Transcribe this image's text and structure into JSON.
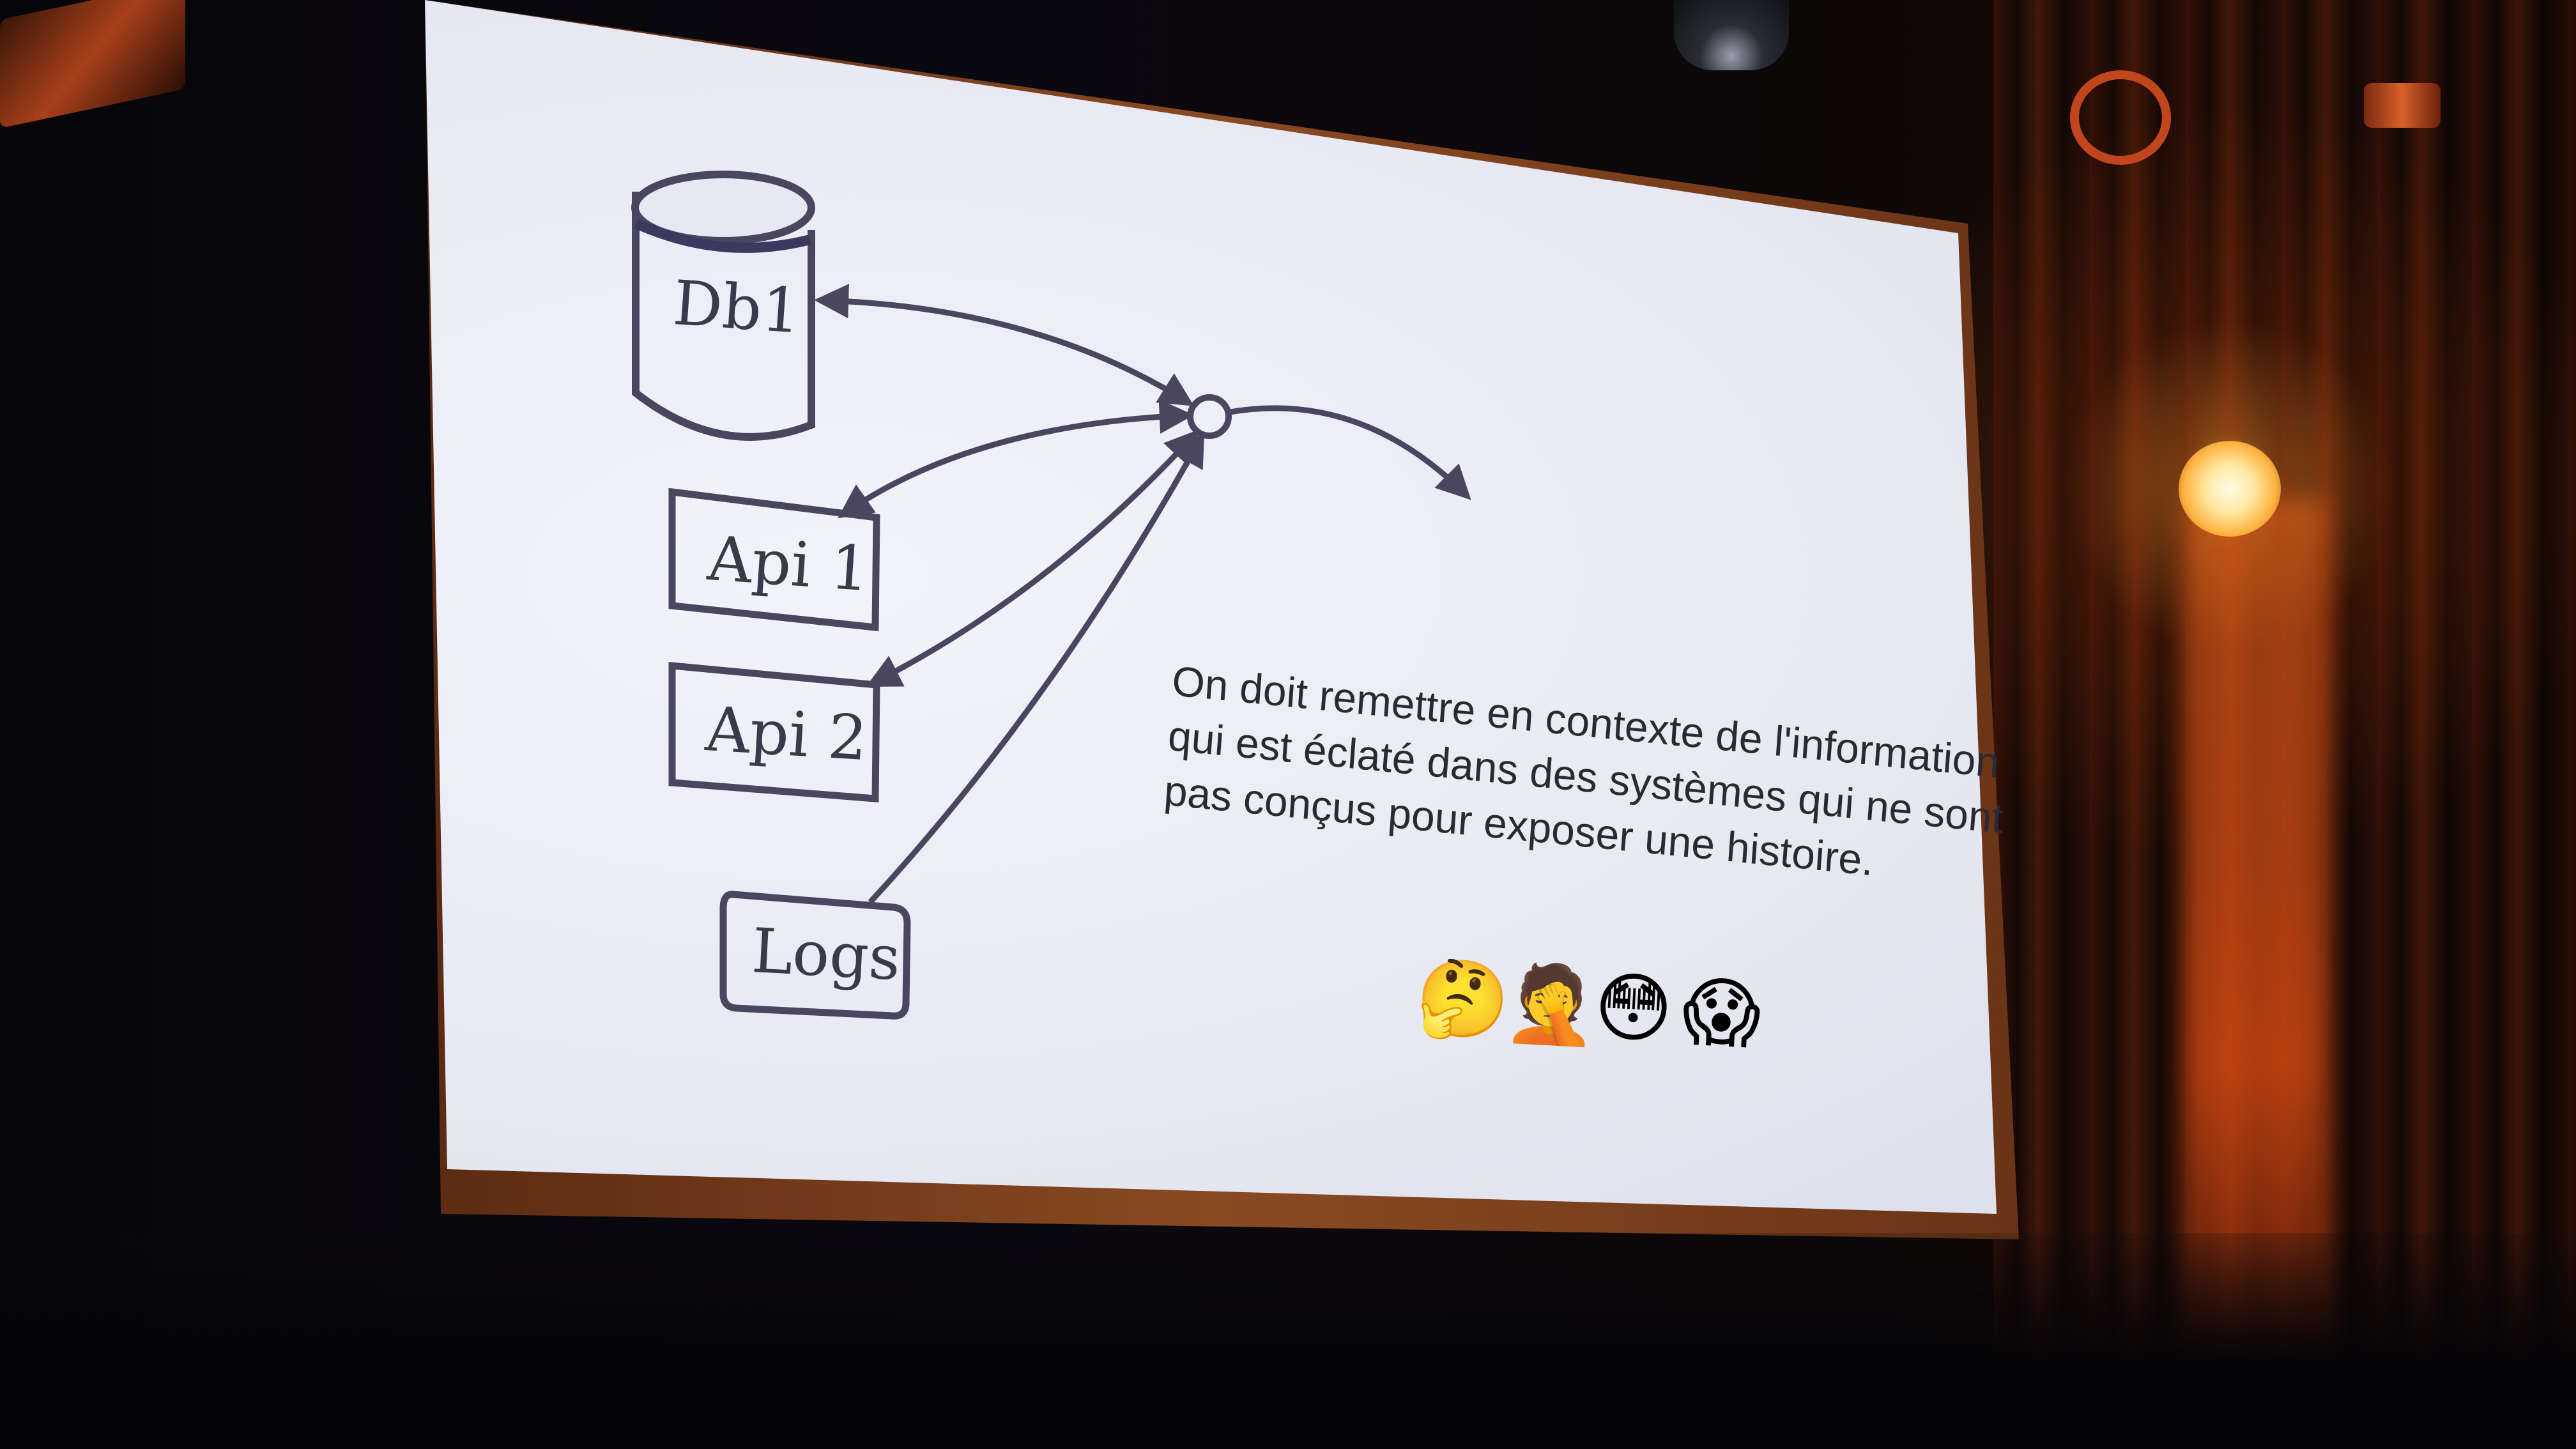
{
  "slide": {
    "nodes": [
      {
        "id": "db1",
        "label": "Db1",
        "shape": "cylinder"
      },
      {
        "id": "api1",
        "label": "Api 1",
        "shape": "box"
      },
      {
        "id": "api2",
        "label": "Api 2",
        "shape": "box"
      },
      {
        "id": "logs",
        "label": "Logs",
        "shape": "rounded-box"
      }
    ],
    "hub": {
      "shape": "circle"
    },
    "caption": {
      "lines": [
        "On doit remettre en contexte de l'information",
        "qui est éclaté dans des systèmes qui ne sont",
        "pas conçus pour exposer une histoire."
      ]
    },
    "emojis": [
      {
        "name": "thinking-face-icon",
        "glyph": "🤔"
      },
      {
        "name": "person-facepalming-icon",
        "glyph": "🤦"
      },
      {
        "name": "flushed-face-icon",
        "glyph": "😳"
      },
      {
        "name": "face-screaming-icon",
        "glyph": "😱"
      }
    ]
  },
  "colors": {
    "screen": "#e6e8f3",
    "ink": "#3a3a4a",
    "arrow": "#4a4660",
    "frame": "#8a4a22",
    "stage_light": "#ffb340"
  }
}
